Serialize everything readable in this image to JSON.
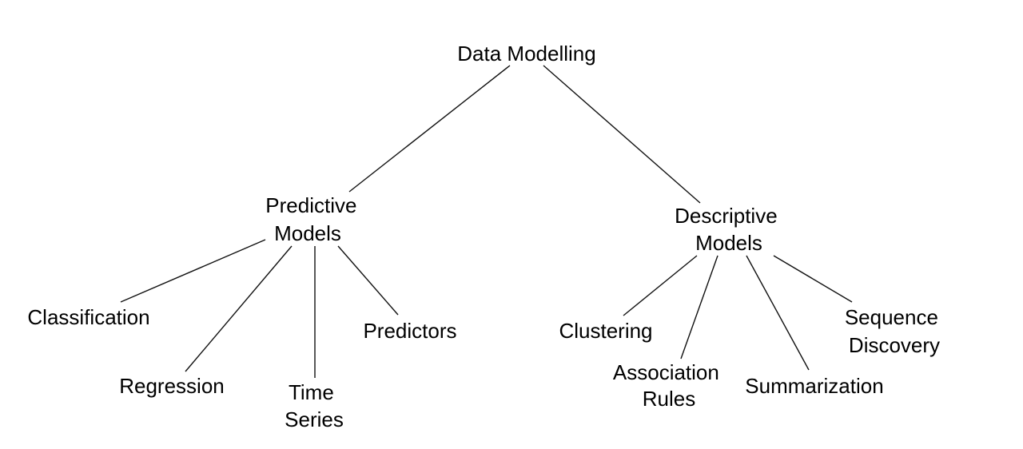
{
  "diagram": {
    "root": {
      "lines": [
        "Data Modelling"
      ]
    },
    "branches": [
      {
        "lines": [
          "Predictive",
          "Models"
        ],
        "children": [
          {
            "lines": [
              "Classification"
            ]
          },
          {
            "lines": [
              "Regression"
            ]
          },
          {
            "lines": [
              "Time",
              "Series"
            ]
          },
          {
            "lines": [
              "Predictors"
            ]
          }
        ]
      },
      {
        "lines": [
          "Descriptive",
          "Models"
        ],
        "children": [
          {
            "lines": [
              "Clustering"
            ]
          },
          {
            "lines": [
              "Association",
              "Rules"
            ]
          },
          {
            "lines": [
              "Summarization"
            ]
          },
          {
            "lines": [
              "Sequence",
              "Discovery"
            ]
          }
        ]
      }
    ]
  }
}
